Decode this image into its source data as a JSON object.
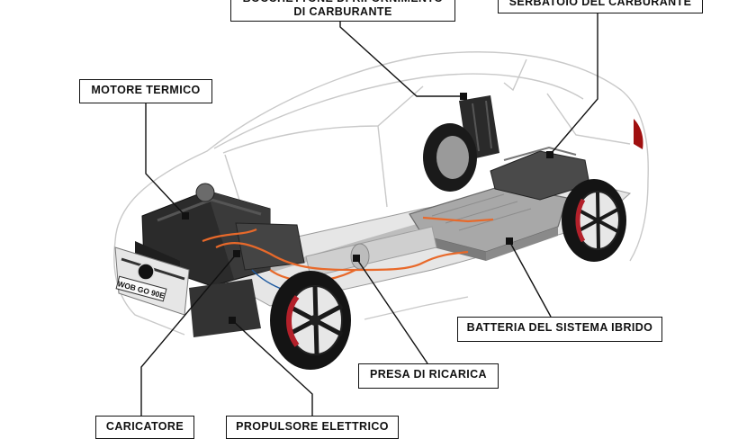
{
  "labels": {
    "fuel_nozzle": "BOCCHETTONE DI RIFORNIMENTO\nDI CARBURANTE",
    "fuel_tank": "SERBATOIO DEL CARBURANTE",
    "engine": "MOTORE TERMICO",
    "battery": "BATTERIA DEL SISTEMA IBRIDO",
    "charging_socket": "PRESA DI RICARICA",
    "charger": "CARICATORE",
    "electric_motor": "PROPULSORE ELETTRICO"
  },
  "license_plate": "WOB GO 90E",
  "colors": {
    "line": "#111111",
    "hv_cable": "#e8692a",
    "car_outline": "#c9c9c9",
    "chassis": "#2b2b2b",
    "battery": "#9a9a9a",
    "brake": "#b3202a",
    "taillight": "#a01010"
  }
}
